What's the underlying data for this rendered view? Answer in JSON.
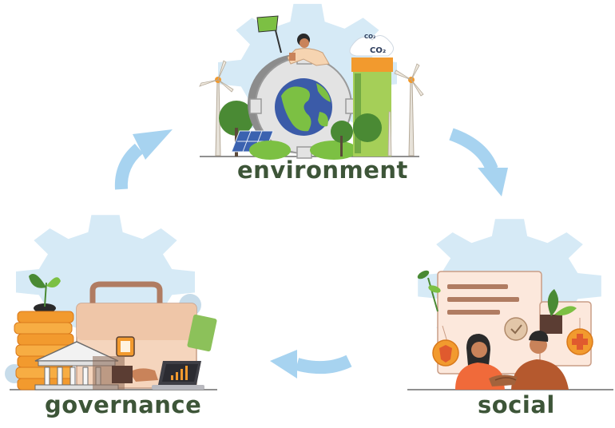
{
  "nodes": {
    "environment": {
      "label": "environment",
      "badge_top": "CO₂",
      "badge_main": "CO₂"
    },
    "governance": {
      "label": "governance"
    },
    "social": {
      "label": "social"
    }
  },
  "colors": {
    "gear": "#d6eaf6",
    "arrow": "#a7d3f0",
    "label": "#3d5538",
    "green": "#4a8a34",
    "orange": "#f29a2e"
  },
  "icons": [
    "gear-icon",
    "globe-icon",
    "wind-turbine-icon",
    "solar-panel-icon",
    "factory-chimney-icon",
    "briefcase-icon",
    "bank-icon",
    "coins-icon",
    "laptop-chart-icon",
    "certificate-icon",
    "handshake-icon",
    "medical-badge-icon",
    "plant-icon"
  ]
}
